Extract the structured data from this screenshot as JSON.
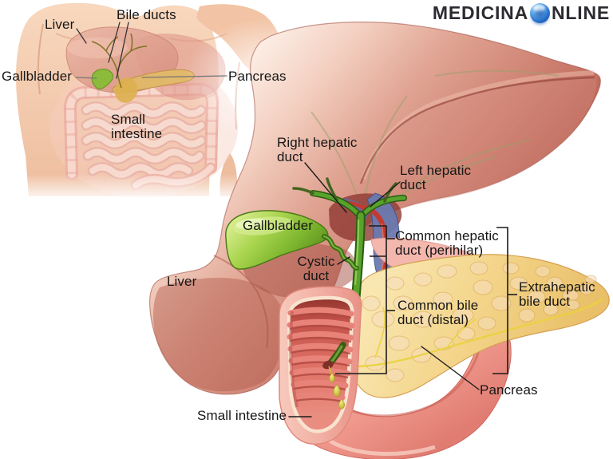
{
  "brand": {
    "part1": "MEDICINA",
    "part2": "NLINE",
    "globe_icon": "globe-icon"
  },
  "inset": {
    "labels": {
      "liver": "Liver",
      "bile_ducts": "Bile ducts",
      "gallbladder": "Gallbladder",
      "pancreas": "Pancreas",
      "small_intestine": "Small\nintestine"
    }
  },
  "main": {
    "labels": {
      "right_hepatic_duct": "Right hepatic\nduct",
      "left_hepatic_duct": "Left hepatic\nduct",
      "gallbladder": "Gallbladder",
      "cystic_duct": "Cystic\nduct",
      "common_hepatic_duct": "Common hepatic\nduct (perihilar)",
      "common_bile_duct": "Common bile\nduct (distal)",
      "extrahepatic_bile_duct": "Extrahepatic\nbile duct",
      "pancreas": "Pancreas",
      "small_intestine": "Small intestine",
      "liver": "Liver"
    }
  },
  "colors": {
    "liver": "#cd8070",
    "liver_dark": "#a34a40",
    "gallbladder_green": "#8cc63e",
    "bile_duct_green": "#58a32c",
    "pancreas_yellow": "#f3d489",
    "intestine_pink": "#ee9a8d",
    "portal_vein_blue": "#6b7ab0",
    "artery_red": "#c23a31",
    "bile_yellow": "#d8cc2e",
    "skin": "#f2c8ac",
    "label_text": "#161616",
    "logo_text": "#2b2b31",
    "globe_blue": "#2a74d0"
  }
}
